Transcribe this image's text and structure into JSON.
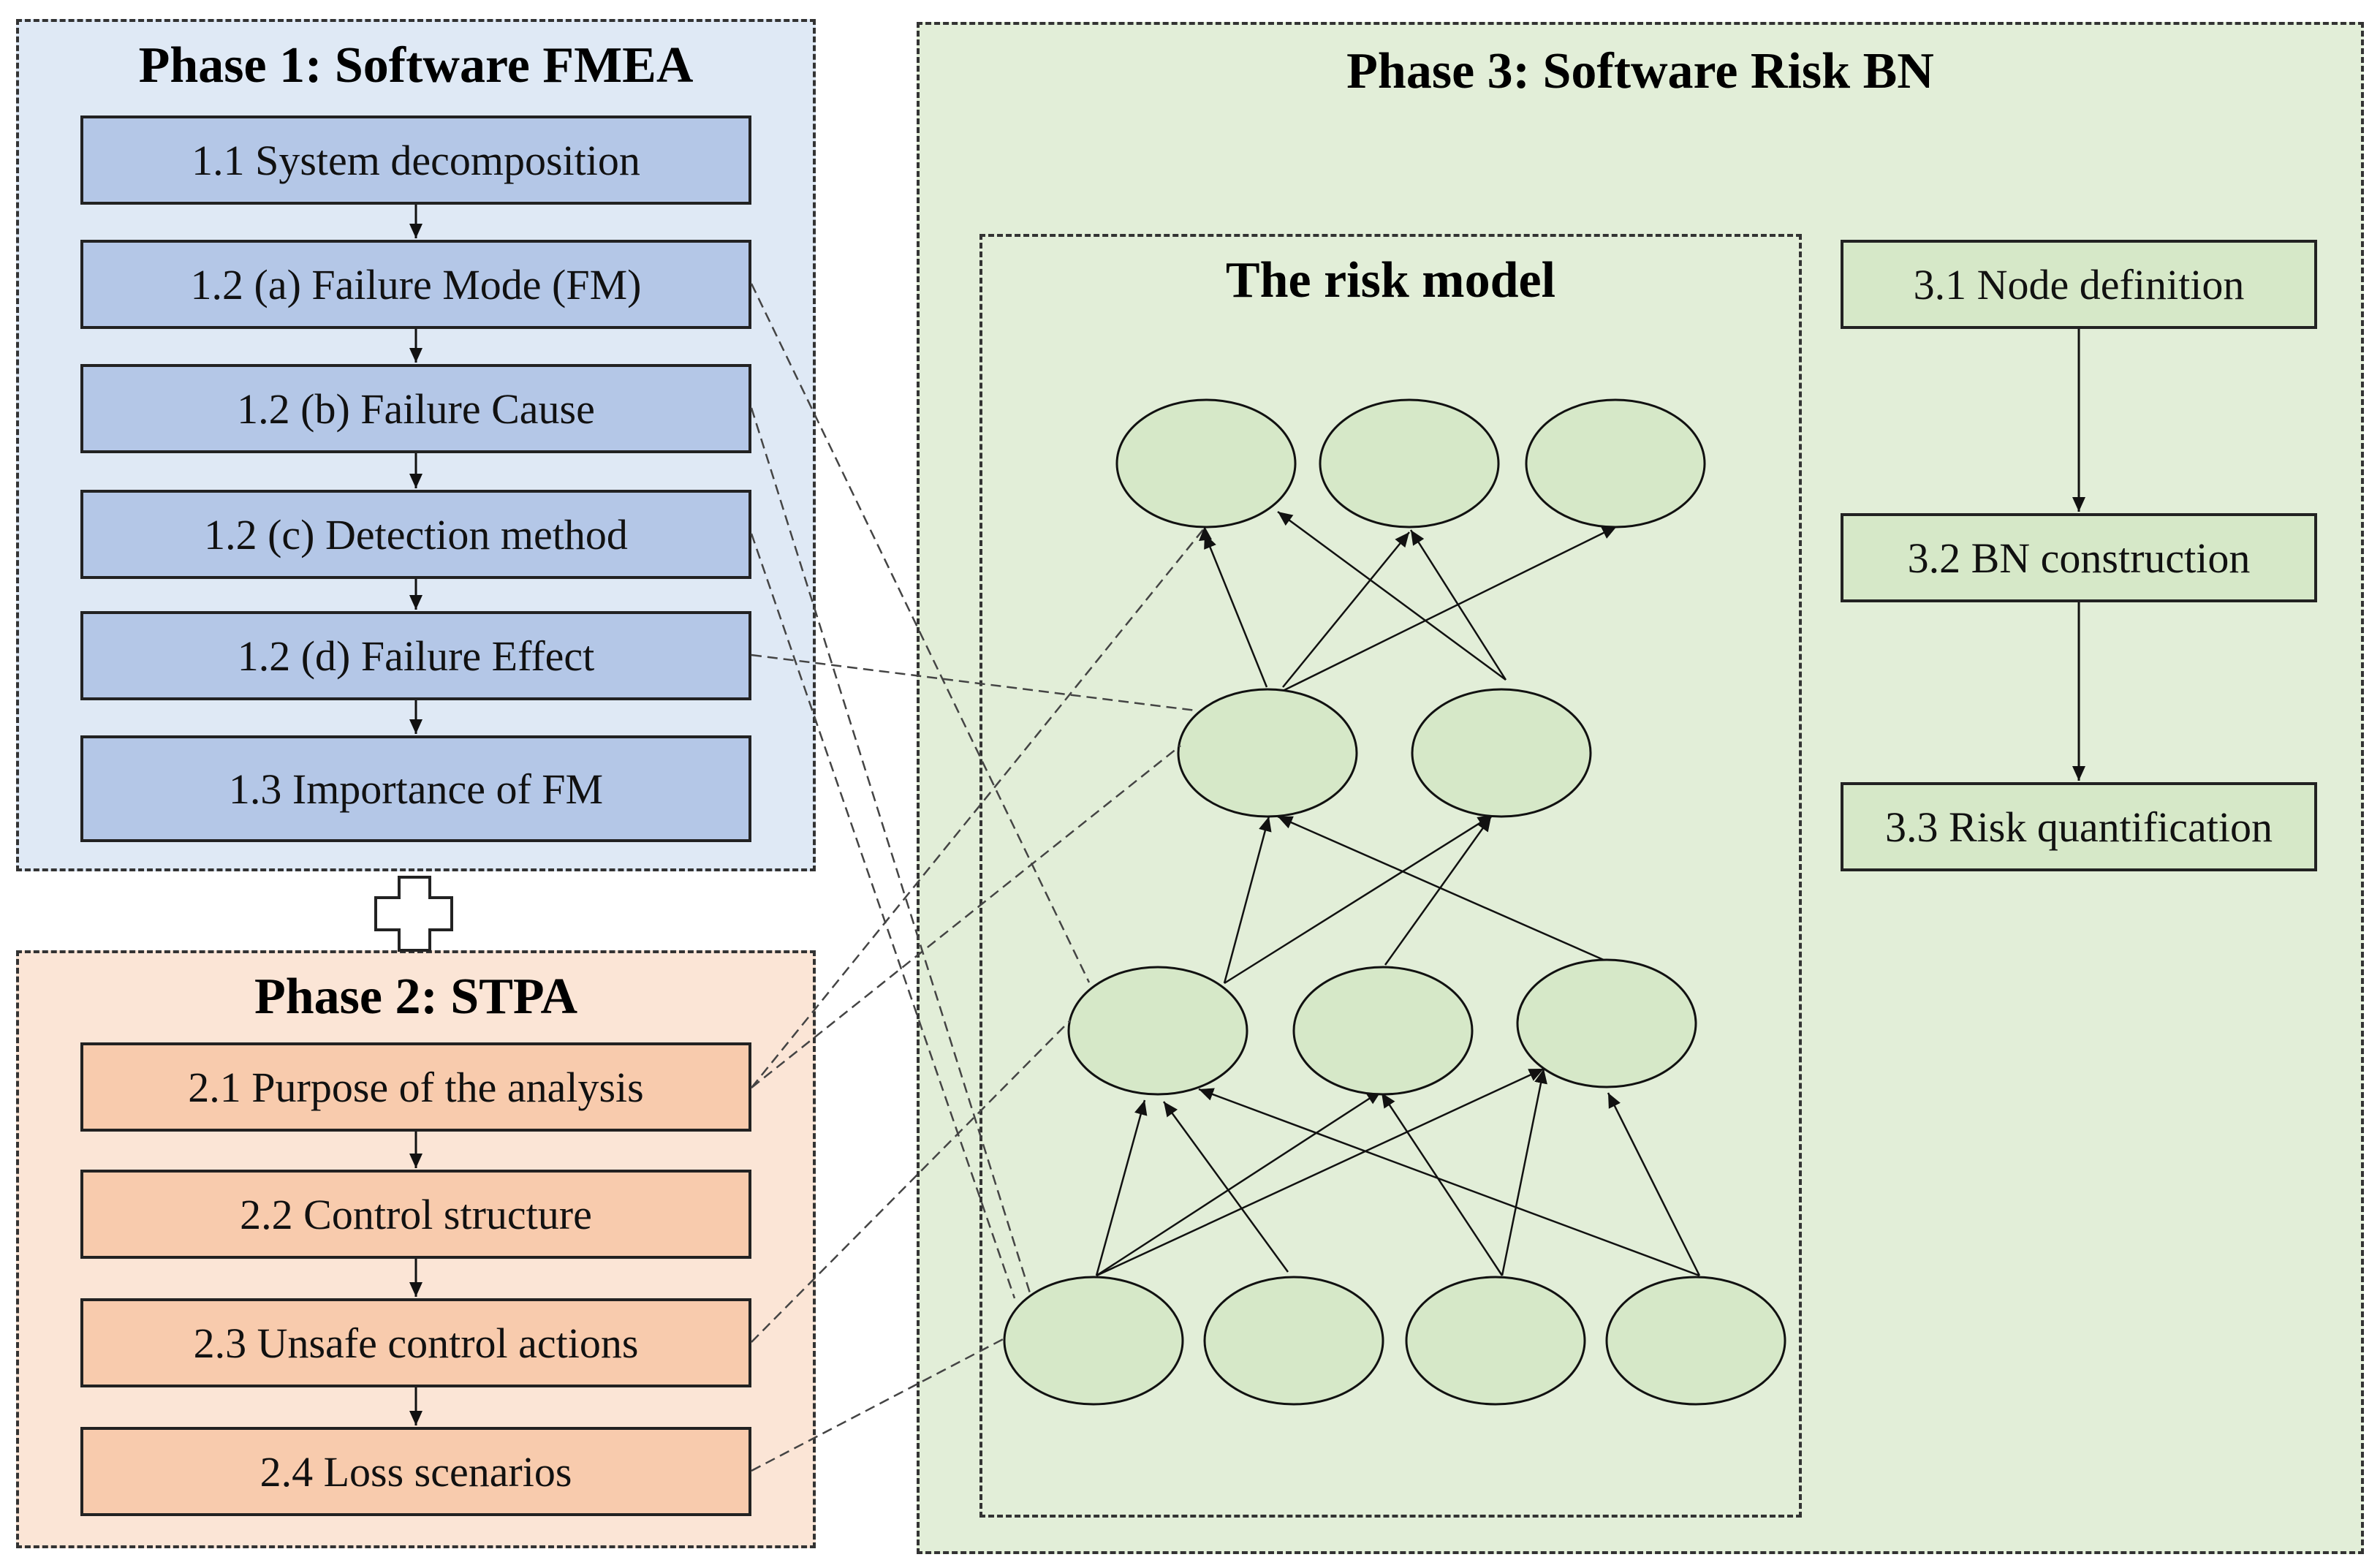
{
  "phase1": {
    "title": "Phase 1: Software FMEA",
    "steps": [
      "1.1 System decomposition",
      "1.2 (a) Failure Mode (FM)",
      "1.2 (b) Failure Cause",
      "1.2 (c) Detection method",
      "1.2 (d) Failure Effect",
      "1.3 Importance of FM"
    ]
  },
  "phase2": {
    "title": "Phase 2: STPA",
    "steps": [
      "2.1 Purpose of the analysis",
      "2.2 Control structure",
      "2.3 Unsafe control actions",
      "2.4 Loss scenarios"
    ]
  },
  "phase3": {
    "title": "Phase 3: Software Risk BN",
    "risk_model_title": "The risk model",
    "steps": [
      "3.1 Node definition",
      "3.2 BN construction",
      "3.3 Risk quantification"
    ]
  },
  "colors": {
    "phase1_bg": "#dfe9f5",
    "phase1_step": "#b4c7e7",
    "phase2_bg": "#fbe5d6",
    "phase2_step": "#f8cbad",
    "phase3_bg": "#e2eed8",
    "node_fill": "#d6e8c8"
  },
  "icons": {
    "plus": "plus-icon"
  }
}
